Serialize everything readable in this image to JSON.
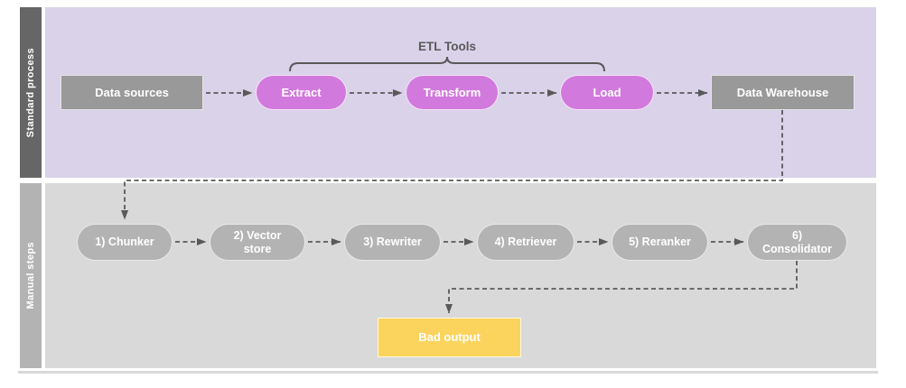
{
  "colors": {
    "lane1_bg": "#d9d2e9",
    "lane1_label_bg": "#666666",
    "lane2_bg": "#d9d9d9",
    "lane2_label_bg": "#b3b3b3",
    "etl_pill": "#d279dd",
    "gray_box": "#999999",
    "manual_pill": "#b3b3b3",
    "bad_output": "#fbd45e",
    "connector": "#595959",
    "bracket_label": "#595959",
    "node_text": "#ffffff"
  },
  "lanes": {
    "standard": {
      "label": "Standard process"
    },
    "manual": {
      "label": "Manual steps"
    }
  },
  "standard_process": {
    "bracket_label": "ETL Tools",
    "nodes": {
      "data_sources": "Data sources",
      "extract": "Extract",
      "transform": "Transform",
      "load": "Load",
      "data_warehouse": "Data Warehouse"
    }
  },
  "manual_steps": {
    "nodes": {
      "chunker": "1) Chunker",
      "vector_store": "2) Vector store",
      "rewriter": "3) Rewriter",
      "retriever": "4) Retriever",
      "reranker": "5) Reranker",
      "consolidator": "6) Consolidator"
    },
    "bad_output": "Bad output"
  }
}
